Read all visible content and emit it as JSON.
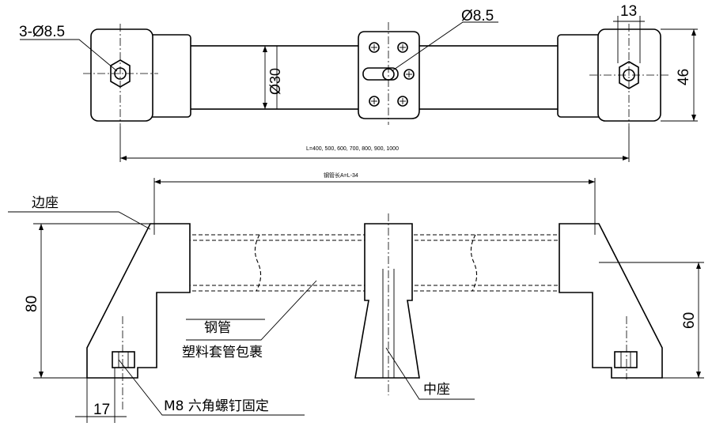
{
  "labels": {
    "three_holes": "3-Ø8.5",
    "center_hole": "Ø8.5",
    "width_13": "13",
    "tube_dia": "Ø30",
    "height_46": "46",
    "length_options": "L=400, 500, 600, 700, 800, 900, 1000",
    "tube_length": "钢管长A=L-34",
    "side_seat": "边座",
    "height_80": "80",
    "height_60": "60",
    "steel_tube": "钢管",
    "plastic_sleeve": "塑料套管包裹",
    "bolt_fix": "M8 六角螺钉固定",
    "middle_seat": "中座",
    "width_17": "17"
  }
}
